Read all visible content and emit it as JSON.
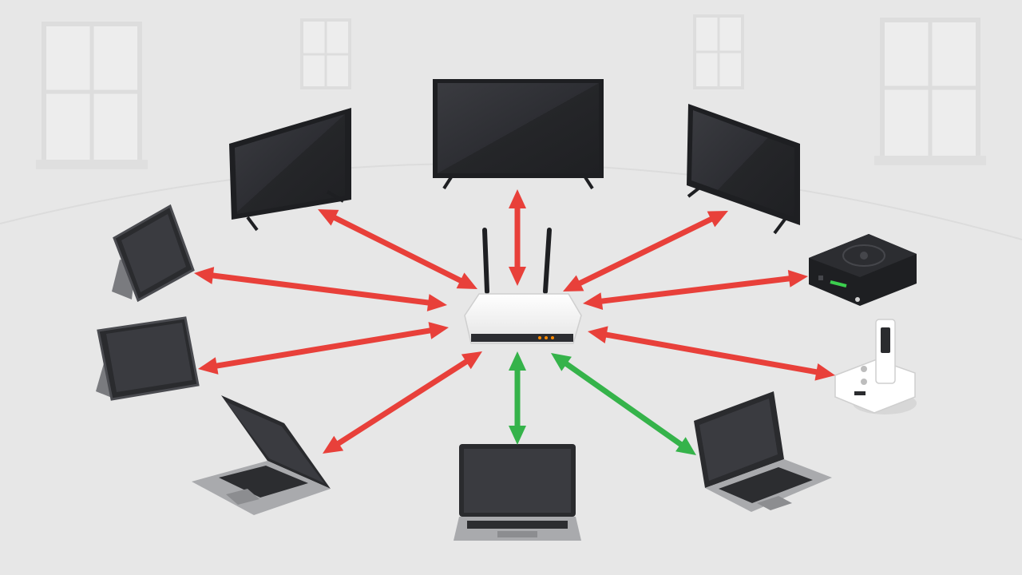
{
  "colors": {
    "background": "#e7e7e7",
    "wall_window": "#dedede",
    "link_inactive": "#e8403a",
    "link_active": "#35b34a",
    "screen": "#2b2c30",
    "device_body": "#1e1f22",
    "router_body": "#ffffff",
    "laptop_base": "#a9aaad"
  },
  "router": {
    "icon": "wifi-router-icon",
    "status_leds": [
      "#ff8a00",
      "#ff8a00",
      "#ff8a00"
    ]
  },
  "devices": [
    {
      "id": "tv-left",
      "icon": "tv-icon",
      "link_status": "inactive"
    },
    {
      "id": "tv-center",
      "icon": "tv-icon",
      "link_status": "inactive"
    },
    {
      "id": "tv-right",
      "icon": "tv-icon",
      "link_status": "inactive"
    },
    {
      "id": "tablet-top-left",
      "icon": "tablet-icon",
      "link_status": "inactive"
    },
    {
      "id": "tablet-left",
      "icon": "tablet-icon",
      "link_status": "inactive"
    },
    {
      "id": "laptop-left",
      "icon": "laptop-icon",
      "link_status": "inactive"
    },
    {
      "id": "laptop-bottom",
      "icon": "laptop-icon",
      "link_status": "active"
    },
    {
      "id": "laptop-right",
      "icon": "laptop-icon",
      "link_status": "active"
    },
    {
      "id": "game-console",
      "icon": "game-console-icon",
      "link_status": "inactive",
      "indicator_color": "#3ccf4e"
    },
    {
      "id": "smart-speaker-dock",
      "icon": "smart-speaker-icon",
      "link_status": "inactive"
    }
  ]
}
